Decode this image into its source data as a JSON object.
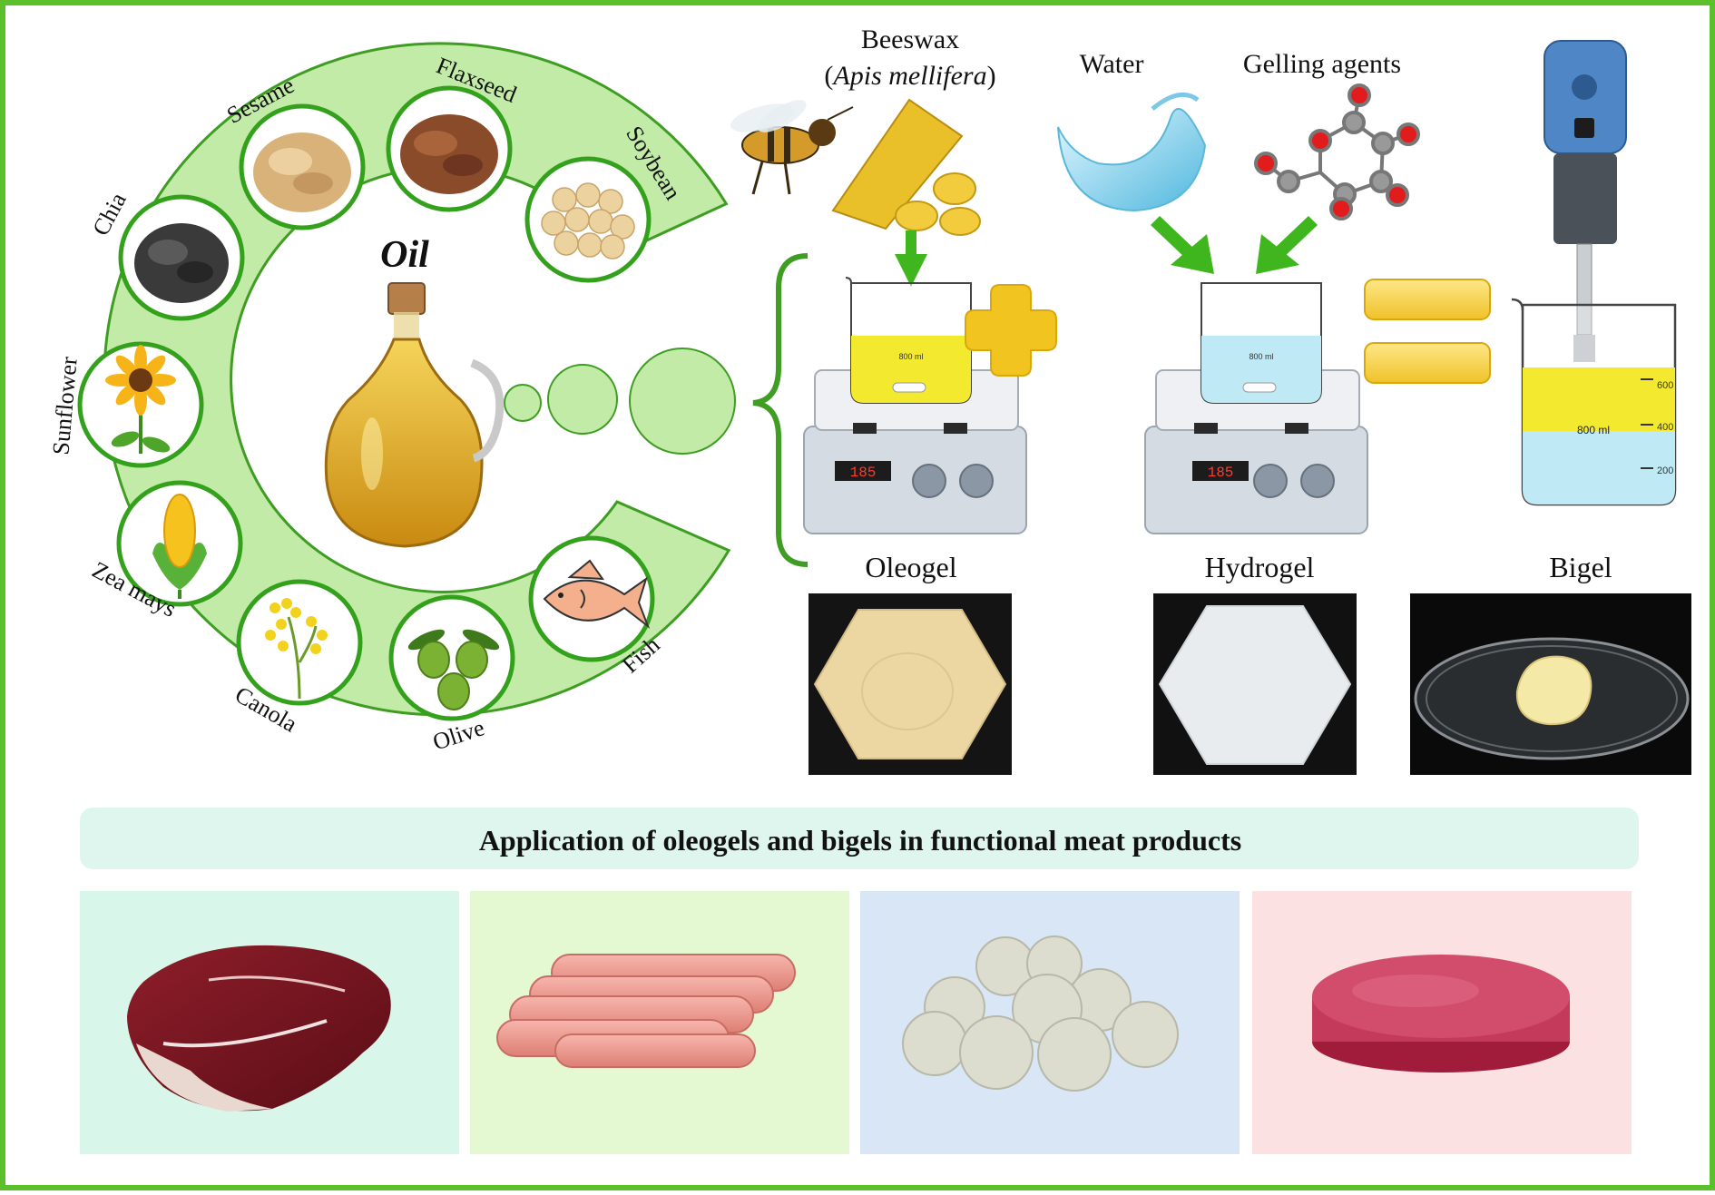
{
  "oil_wheel": {
    "center_label": "Oil",
    "sources": [
      {
        "label": "Chia",
        "icon": "chia-seeds-icon"
      },
      {
        "label": "Sesame",
        "icon": "sesame-seeds-icon"
      },
      {
        "label": "Flaxseed",
        "icon": "flaxseed-icon"
      },
      {
        "label": "Soybean",
        "icon": "soybean-icon"
      },
      {
        "label": "Sunflower",
        "icon": "sunflower-icon"
      },
      {
        "label": "Zea mays",
        "icon": "corn-icon"
      },
      {
        "label": "Canola",
        "icon": "canola-flower-icon"
      },
      {
        "label": "Olive",
        "icon": "olive-icon"
      },
      {
        "label": "Fish",
        "icon": "fish-icon"
      }
    ]
  },
  "process": {
    "beeswax_label": "Beeswax",
    "beeswax_open": "(",
    "beeswax_species": "Apis mellifera",
    "beeswax_close": ")",
    "water_label": "Water",
    "gelling_label": "Gelling agents",
    "hotplate_display": "185",
    "beaker_volume": "800 ml",
    "beaker_ticks": [
      "600",
      "400",
      "200"
    ],
    "oleogel_label": "Oleogel",
    "hydrogel_label": "Hydrogel",
    "bigel_label": "Bigel"
  },
  "applications": {
    "title": "Application of oleogels and bigels in functional meat products",
    "products": [
      {
        "name": "steak",
        "icon": "steak-icon"
      },
      {
        "name": "sausages",
        "icon": "sausages-icon"
      },
      {
        "name": "meatballs",
        "icon": "meatballs-icon"
      },
      {
        "name": "burger patty",
        "icon": "burger-patty-icon"
      }
    ]
  },
  "colors": {
    "frame_green": "#5cc02a",
    "wheel_fill": "#c2eba8",
    "wheel_stroke": "#3e9d22",
    "arrow_green": "#3fb51e",
    "plus_yellow": "#f2c420",
    "banner_bg": "#dff6ee",
    "panel_steak": "#d8f7ea",
    "panel_sausage": "#e4f9d2",
    "panel_meatball": "#d9e6f6",
    "panel_burger": "#fbe1e2"
  }
}
